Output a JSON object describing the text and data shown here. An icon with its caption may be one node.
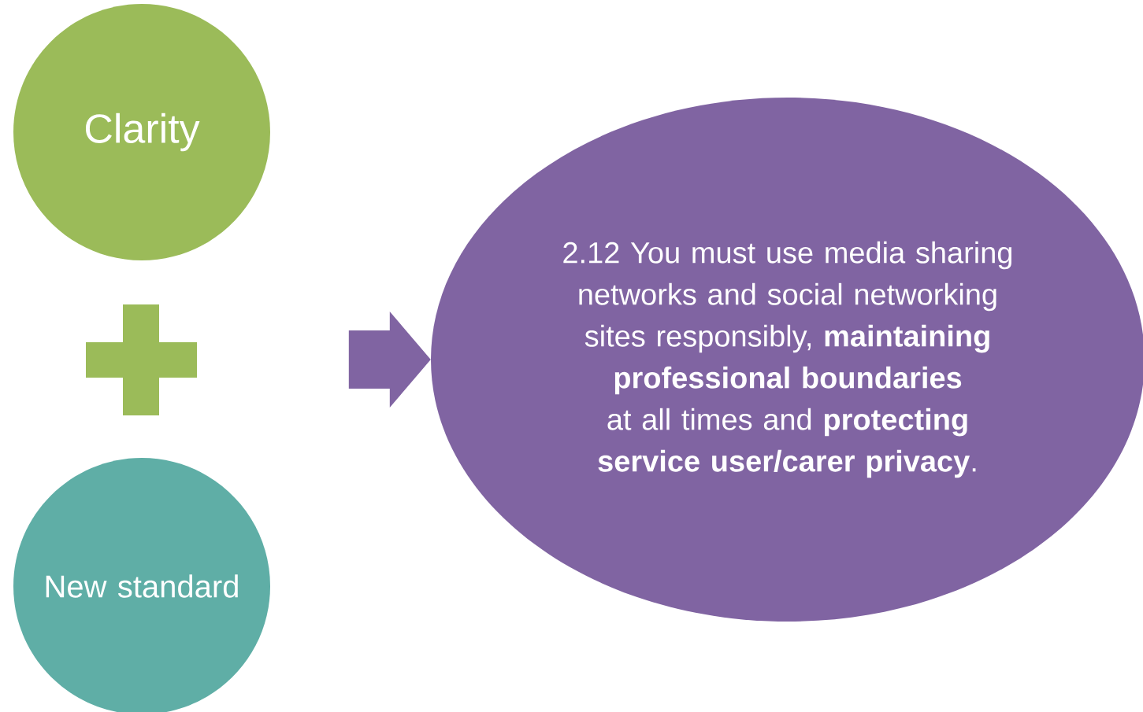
{
  "diagram": {
    "nodes": [
      {
        "text": [
          "Clarity"
        ]
      },
      {
        "text": [],
        "shape": "plus"
      },
      {
        "text": [
          "New standard"
        ]
      },
      {
        "text": [
          "2.12 You must use media sharing networks and social networking sites responsibly, **maintaining professional boundaries** at all times and **protecting service user/carer privacy**."
        ]
      }
    ],
    "edges": [
      {
        "from": null,
        "to": 3,
        "arrow": "to"
      }
    ]
  }
}
